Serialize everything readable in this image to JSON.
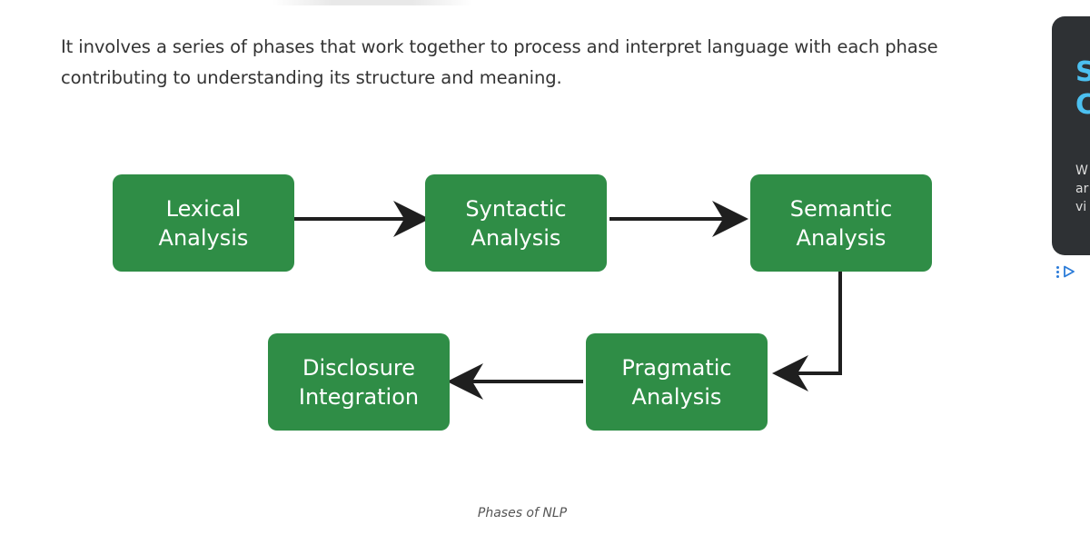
{
  "article": {
    "paragraph": "It involves a series of phases that work together to process and interpret language with each phase contributing to understanding its structure and meaning."
  },
  "diagram": {
    "node_color": "#2f8d46",
    "arrow_color": "#1f1f1f",
    "nodes": [
      {
        "line1": "Lexical",
        "line2": "Analysis"
      },
      {
        "line1": "Syntactic",
        "line2": "Analysis"
      },
      {
        "line1": "Semantic",
        "line2": "Analysis"
      },
      {
        "line1": "Pragmatic",
        "line2": "Analysis"
      },
      {
        "line1": "Disclosure",
        "line2": "Integration"
      }
    ],
    "caption": "Phases of NLP"
  },
  "ad": {
    "headline": "S\nC",
    "body": "W\nar\nvi",
    "accent_color": "#4cc0f0",
    "controls_icons": [
      "more-vert-icon",
      "adchoices-play-icon"
    ]
  }
}
